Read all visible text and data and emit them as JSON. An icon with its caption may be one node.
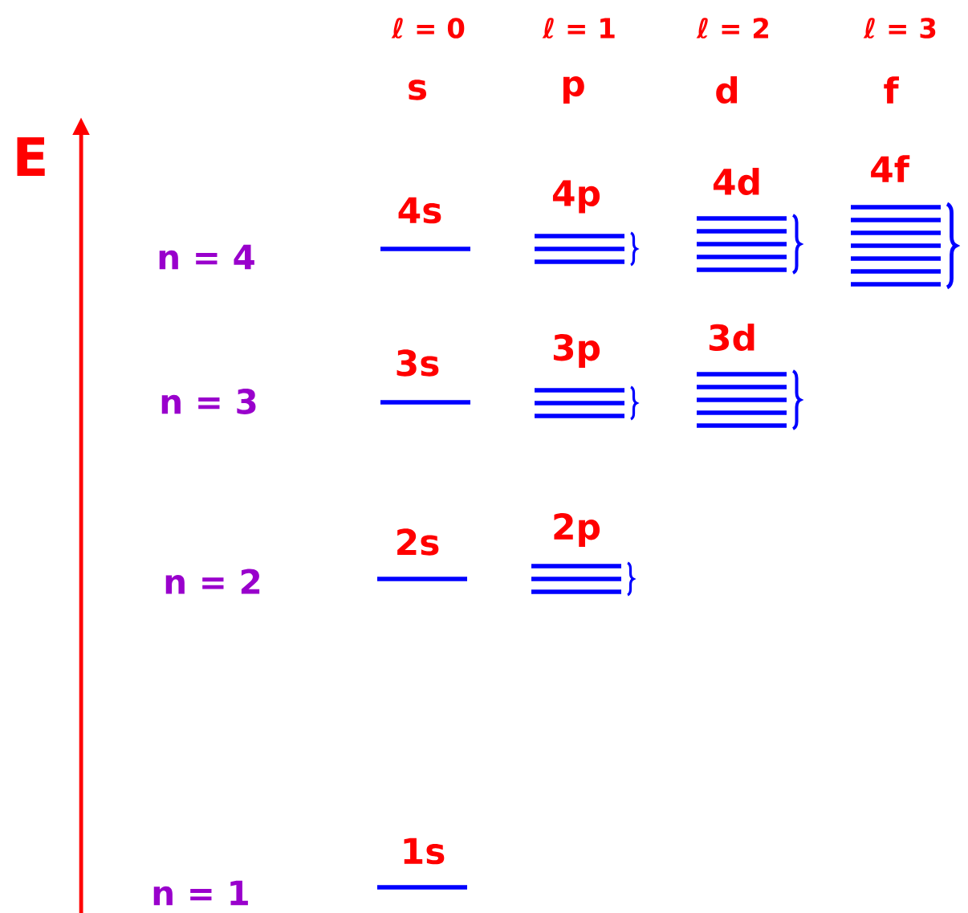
{
  "diagram": {
    "nodes": [
      {
        "text": [
          "4s"
        ]
      },
      {
        "text": [
          "4p"
        ]
      },
      {
        "text": [
          "4d"
        ]
      },
      {
        "text": [
          "4f"
        ]
      },
      {
        "text": [
          "3s"
        ]
      },
      {
        "text": [
          "3p"
        ]
      },
      {
        "text": [
          "3d"
        ]
      },
      {
        "text": [
          "2s"
        ]
      },
      {
        "text": [
          "2p"
        ]
      },
      {
        "text": [
          "1s"
        ]
      }
    ],
    "labels": [
      "ℓ = 0",
      "ℓ = 1",
      "ℓ = 2",
      "ℓ = 3",
      "s",
      "p",
      "d",
      "f",
      "E",
      "n = 4",
      "n = 3",
      "n = 2",
      "n = 1"
    ]
  }
}
